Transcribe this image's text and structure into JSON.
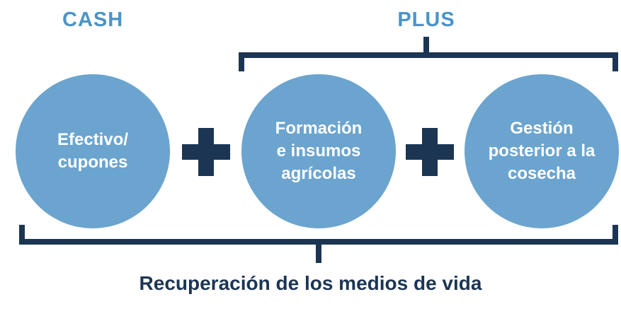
{
  "header": {
    "cash_label": "CASH",
    "plus_label": "PLUS"
  },
  "circles": [
    {
      "name": "cash-circle",
      "lines": [
        "Efectivo/",
        "cupones"
      ]
    },
    {
      "name": "training-inputs-circle",
      "lines": [
        "Formación",
        "e insumos",
        "agrícolas"
      ]
    },
    {
      "name": "post-harvest-circle",
      "lines": [
        "Gestión",
        "posterior a la",
        "cosecha"
      ]
    }
  ],
  "operators": {
    "plus_icon": "+"
  },
  "footer": {
    "caption": "Recuperación de los medios de vida"
  },
  "colors": {
    "accent_blue": "#4A94C8",
    "circle_fill": "#6BA4CF",
    "navy": "#1C3553",
    "text_white": "#FFFFFF",
    "bg": "#FFFFFF"
  }
}
